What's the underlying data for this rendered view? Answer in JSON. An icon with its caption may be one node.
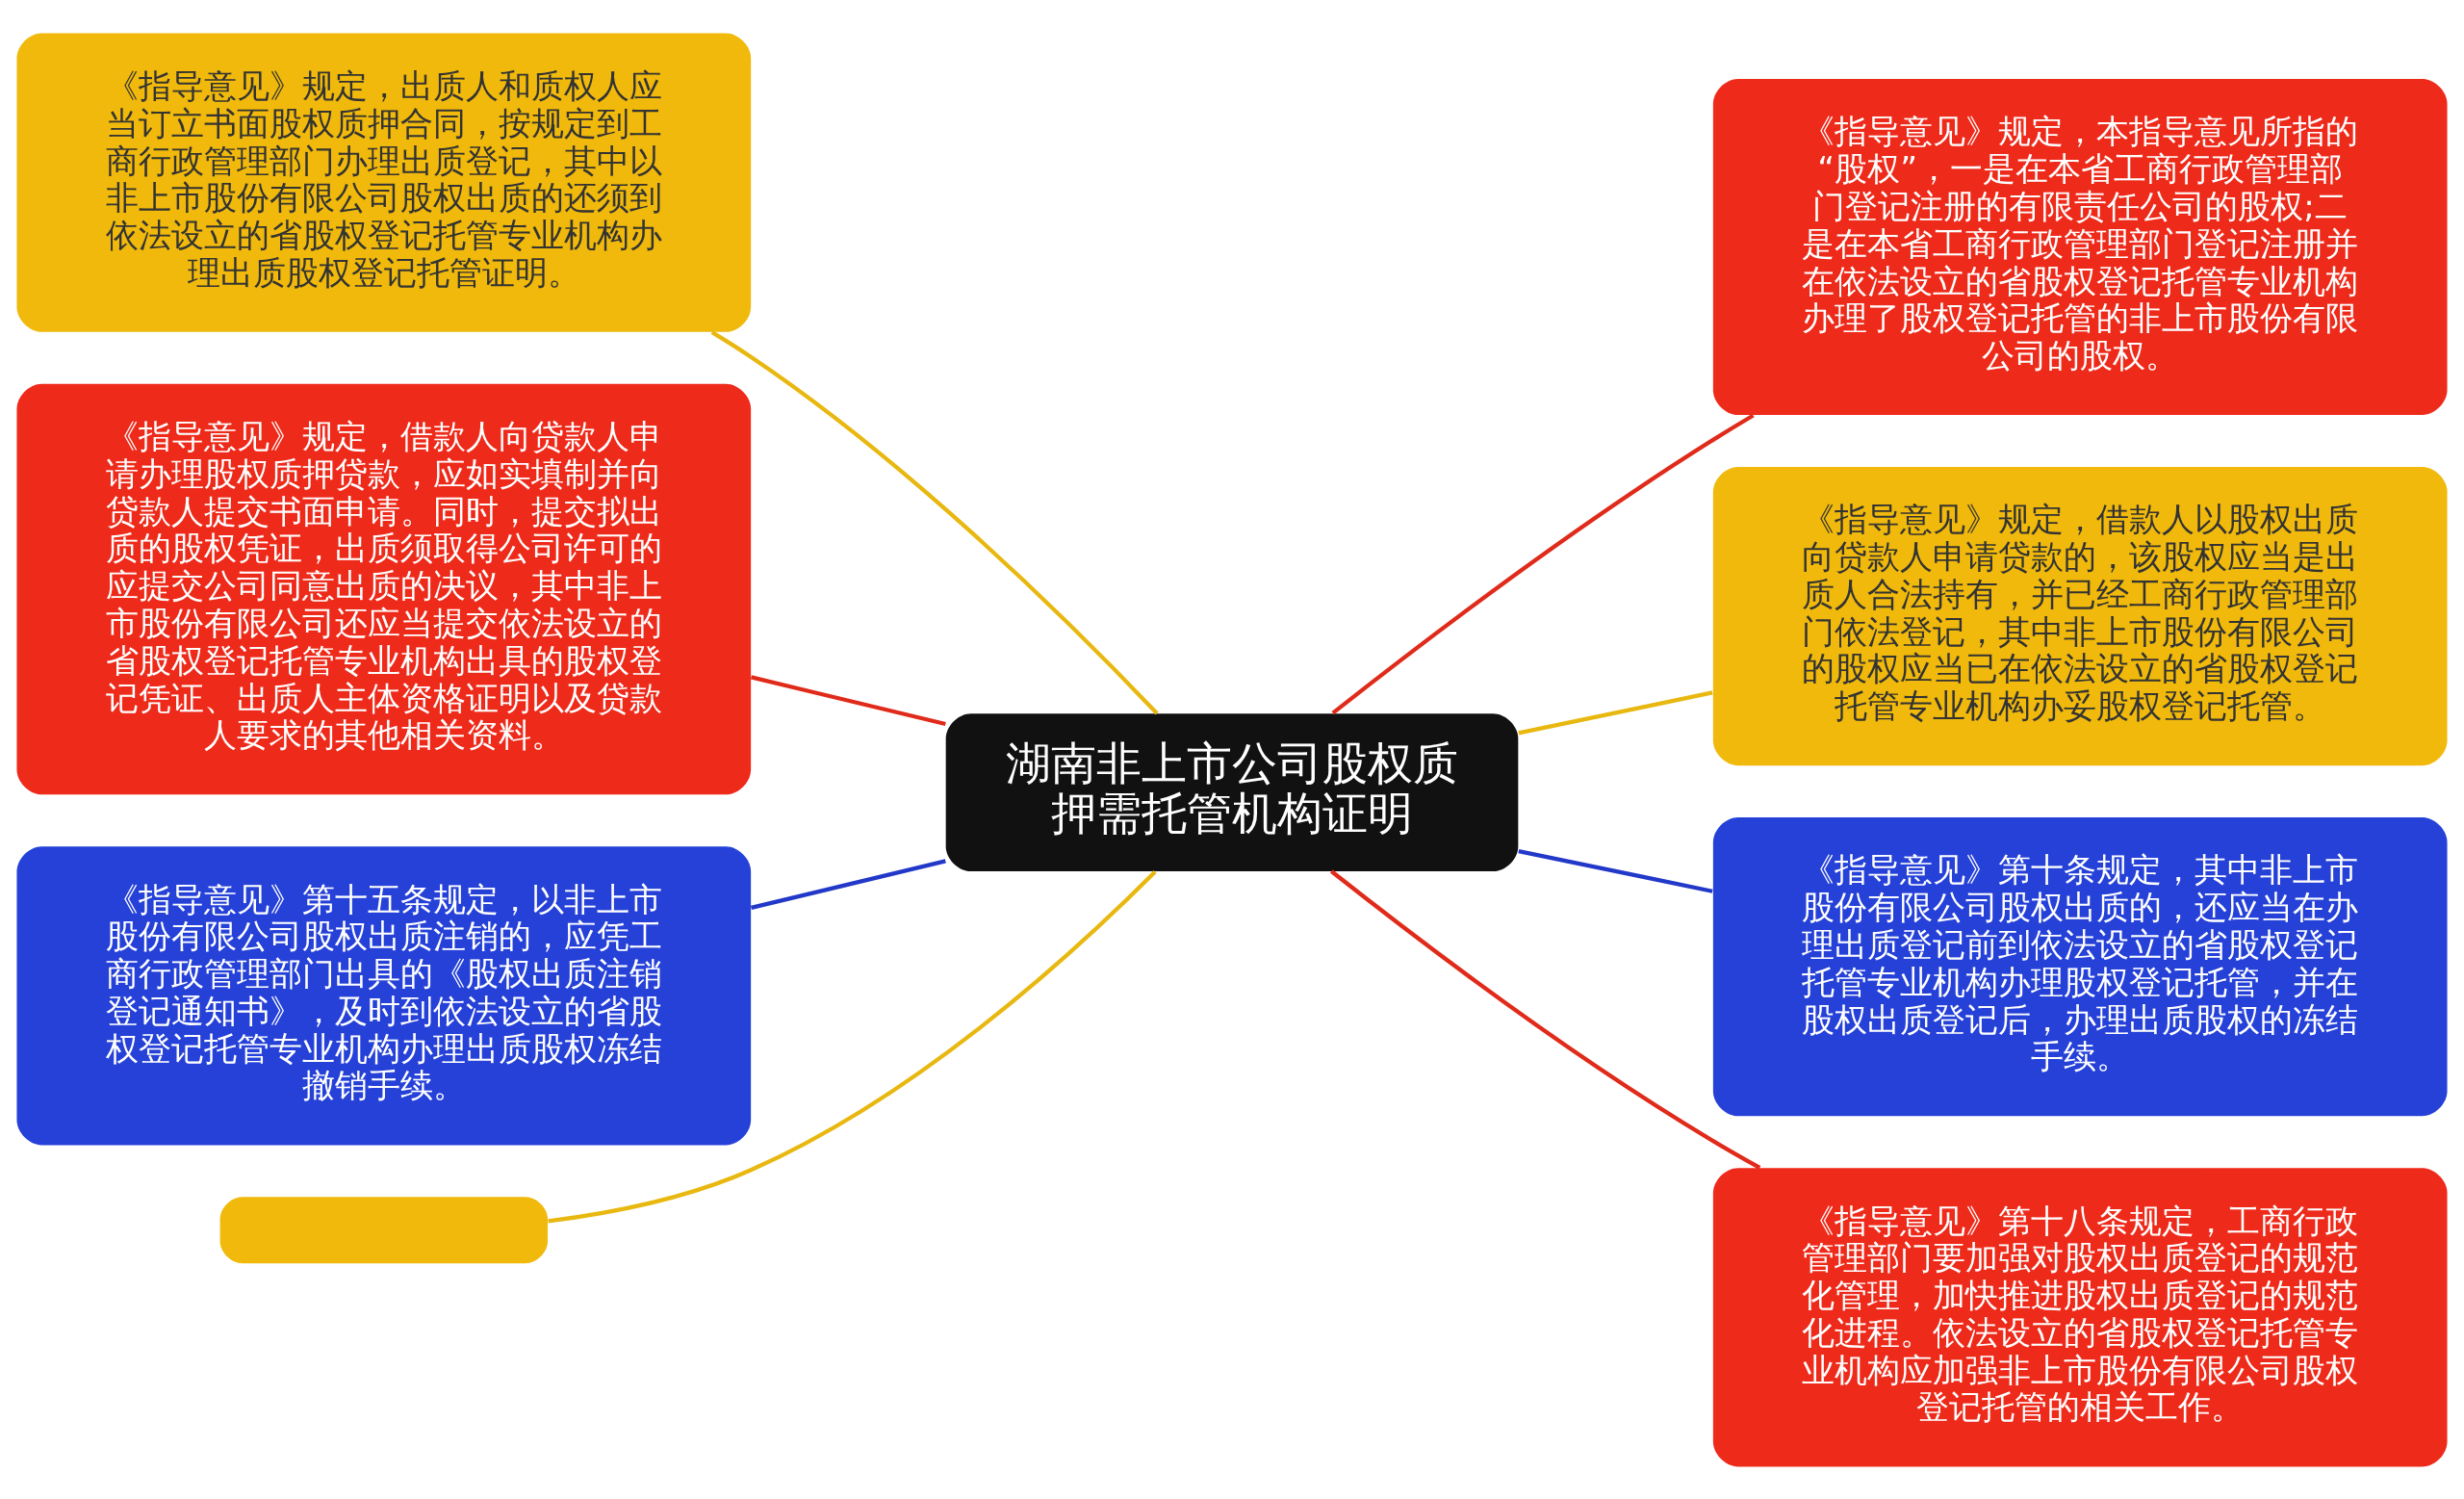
{
  "diagram": {
    "nodes": [
      {
        "text": [
          "湖南非上市公司股权质押需托管机构证明"
        ]
      },
      {
        "text": [
          "《指导意见》规定，出质人和质权人应当订立书面股权质押合同，按规定到工商行政管理部门办理出质登记，其中以非上市股份有限公司股权出质的还须到依法设立的省股权登记托管专业机构办理出质股权登记托管证明。"
        ]
      },
      {
        "text": [
          "《指导意见》规定，借款人向贷款人申请办理股权质押贷款，应如实填制并向贷款人提交书面申请。同时，提交拟出质的股权凭证，出质须取得公司许可的应提交公司同意出质的决议，其中非上市股份有限公司还应当提交依法设立的省股权登记托管专业机构出具的股权登记凭证、出质人主体资格证明以及贷款人要求的其他相关资料。"
        ]
      },
      {
        "text": [
          "《指导意见》第十五条规定，以非上市股份有限公司股权出质注销的，应凭工商行政管理部门出具的《股权出质注销登记通知书》，及时到依法设立的省股权登记托管专业机构办理出质股权冻结撤销手续。"
        ]
      },
      {
        "text": [
          "《指导意见》规定，本指导意见所指的“股权”，一是在本省工商行政管理部门登记注册的有限责任公司的股权;二是在本省工商行政管理部门登记注册并在依法设立的省股权登记托管专业机构办理了股权登记托管的非上市股份有限公司的股权。"
        ]
      },
      {
        "text": [
          "《指导意见》规定，借款人以股权出质向贷款人申请贷款的，该股权应当是出质人合法持有，并已经工商行政管理部门依法登记，其中非上市股份有限公司的股权应当已在依法设立的省股权登记托管专业机构办妥股权登记托管。"
        ]
      },
      {
        "text": [
          "《指导意见》第十条规定，其中非上市股份有限公司股权出质的，还应当在办理出质登记前到依法设立的省股权登记托管专业机构办理股权登记托管，并在股权出质登记后，办理出质股权的冻结手续。"
        ]
      },
      {
        "text": [
          "《指导意见》第十八条规定，工商行政管理部门要加强对股权出质登记的规范化管理，加快推进股权出质登记的规范化进程。依法设立的省股权登记托管专业机构应加强非上市股份有限公司股权登记托管的相关工作。"
        ]
      },
      {
        "text": [],
        "shape": "box"
      }
    ],
    "edges": [
      {
        "from": 1,
        "to": 0,
        "arrow": "none",
        "color": "#e8b810"
      },
      {
        "from": 2,
        "to": 0,
        "arrow": "none",
        "color": "#e02a1a"
      },
      {
        "from": 3,
        "to": 0,
        "arrow": "none",
        "color": "#2238c8"
      },
      {
        "from": 8,
        "to": 0,
        "arrow": "none",
        "color": "#e8b810"
      },
      {
        "from": 0,
        "to": 4,
        "arrow": "none",
        "color": "#e02a1a"
      },
      {
        "from": 0,
        "to": 5,
        "arrow": "none",
        "color": "#e8b810"
      },
      {
        "from": 0,
        "to": 6,
        "arrow": "none",
        "color": "#2238c8"
      },
      {
        "from": 0,
        "to": 7,
        "arrow": "none",
        "color": "#e02a1a"
      }
    ]
  }
}
